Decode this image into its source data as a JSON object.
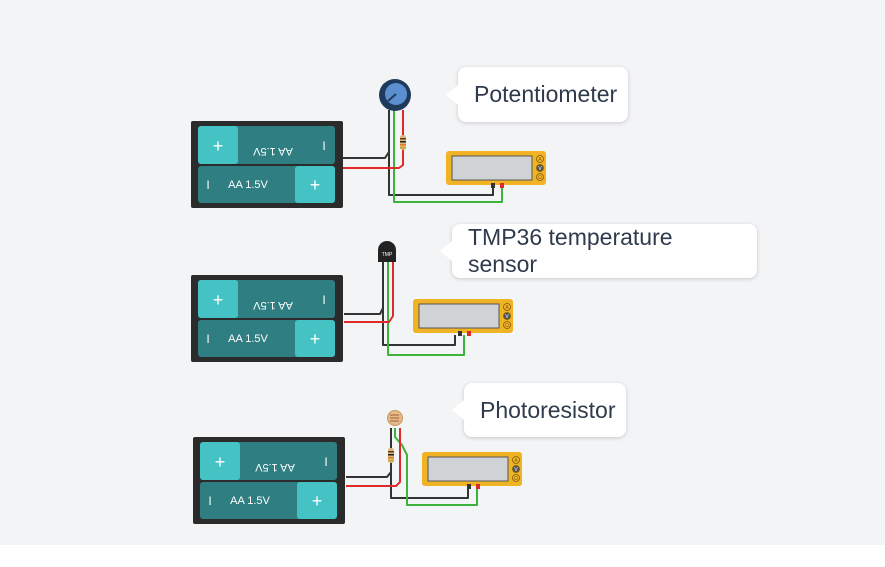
{
  "circuits": [
    {
      "label": "Potentiometer",
      "component": "potentiometer"
    },
    {
      "label": "TMP36 temperature sensor",
      "component": "tmp36",
      "component_text": "TMP"
    },
    {
      "label": "Photoresistor",
      "component": "photoresistor"
    }
  ],
  "battery": {
    "cell_label": "AA 1.5V",
    "plus": "+",
    "minus": "I"
  },
  "multimeter": {
    "modes": [
      "A",
      "V",
      "Ω"
    ],
    "selected": "V"
  },
  "colors": {
    "background": "#f3f4f6",
    "cell_dark": "#2f7f82",
    "cell_light": "#45c3c4",
    "multimeter": "#f0b323",
    "wire_red": "#e02a2a",
    "wire_green": "#3db33d",
    "wire_black": "#333333"
  }
}
